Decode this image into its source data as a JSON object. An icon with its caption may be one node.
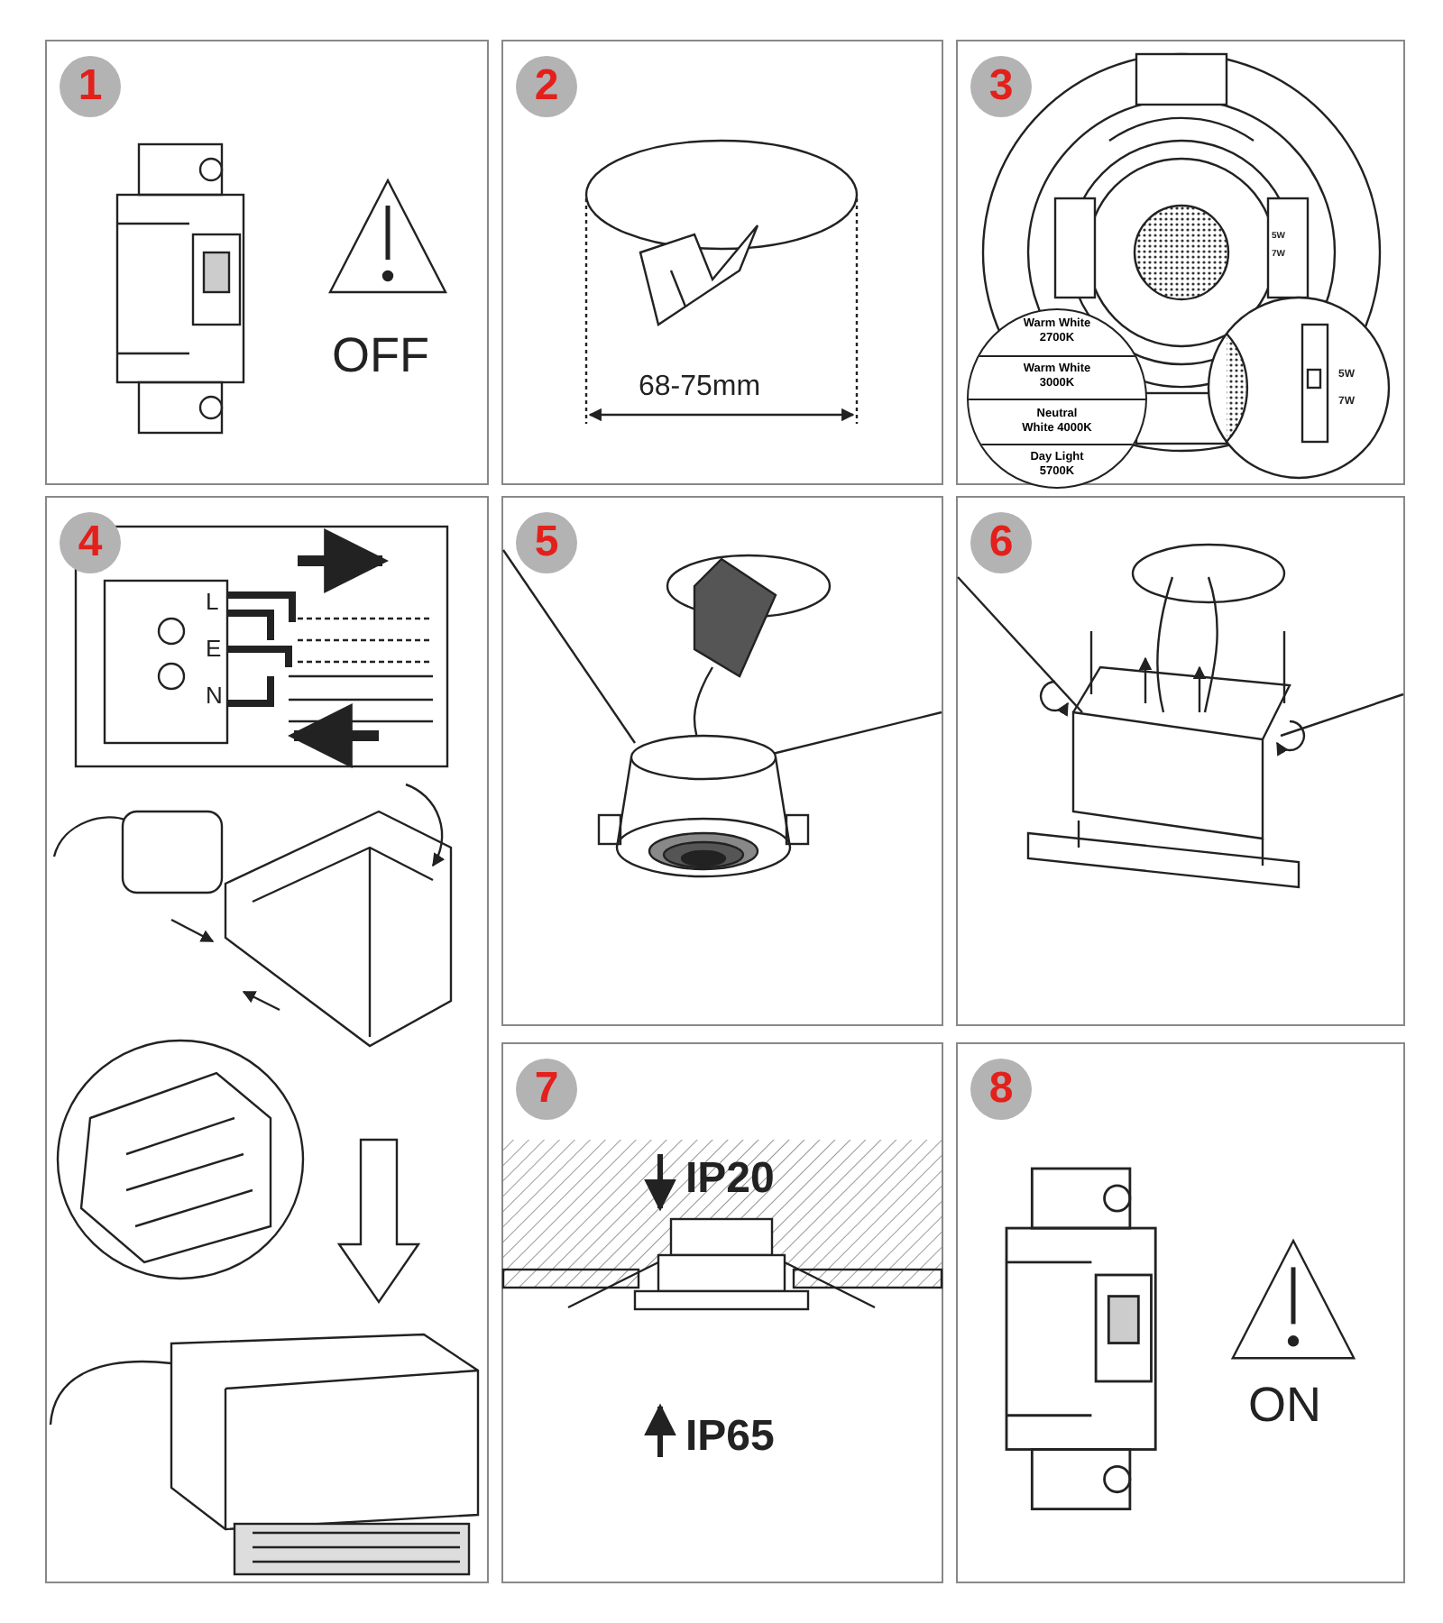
{
  "diagram": {
    "nodes": [
      {
        "text": [
          "1"
        ]
      },
      {
        "text": [
          "2"
        ]
      },
      {
        "text": [
          "3"
        ]
      },
      {
        "text": [
          "Warm White 2700K",
          "Warm White 3000K",
          "Neutral White 4000K",
          "Day Light 5700K"
        ],
        "in": 2
      },
      {
        "text": [
          "4"
        ]
      },
      {
        "text": [
          "5"
        ]
      },
      {
        "text": [
          "6"
        ]
      },
      {
        "text": [
          "7"
        ]
      },
      {
        "text": [
          "8"
        ]
      }
    ],
    "labels": [
      "OFF",
      "68-75mm",
      "5W",
      "7W",
      "5W",
      "7W",
      "L",
      "E",
      "N",
      "IP20",
      "IP65",
      "ON"
    ]
  }
}
